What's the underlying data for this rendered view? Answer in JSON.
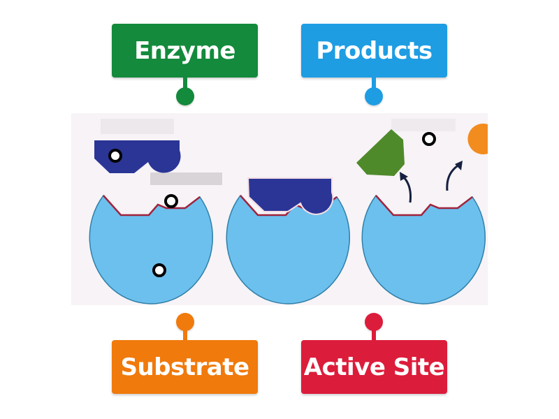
{
  "labels": [
    {
      "text": "Enzyme",
      "color": "#138a3c"
    },
    {
      "text": "Products",
      "color": "#1e9de3"
    },
    {
      "text": "Substrate",
      "color": "#f07a0c"
    },
    {
      "text": "Active Site",
      "color": "#dc1c3b"
    }
  ],
  "diagram": {
    "enzyme_color": "#6cc0ee",
    "substrate_color": "#2a3596",
    "product_colors": [
      "#4e8a2a",
      "#f28c1e"
    ],
    "active_site_outline": "#a0243c"
  }
}
